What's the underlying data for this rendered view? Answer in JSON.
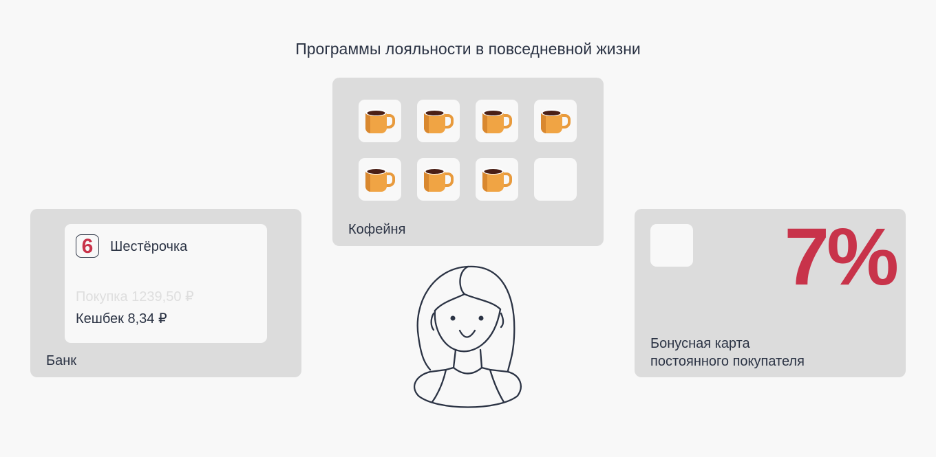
{
  "title": "Программы лояльности в повседневной жизни",
  "bank": {
    "label": "Банк",
    "store_logo": "6",
    "store_name": "Шестёрочка",
    "purchase": "Покупка 1239,50 ₽",
    "cashback": "Кешбек 8,34  ₽"
  },
  "coffee": {
    "label": "Кофейня",
    "stamps_filled": 7,
    "stamps_total": 8
  },
  "bonus": {
    "percent": "7%",
    "label_line1": "Бонусная карта",
    "label_line2": "постоянного покупателя"
  },
  "colors": {
    "accent": "#c8334a",
    "panel": "#dcdcdc",
    "text": "#2b3344"
  }
}
